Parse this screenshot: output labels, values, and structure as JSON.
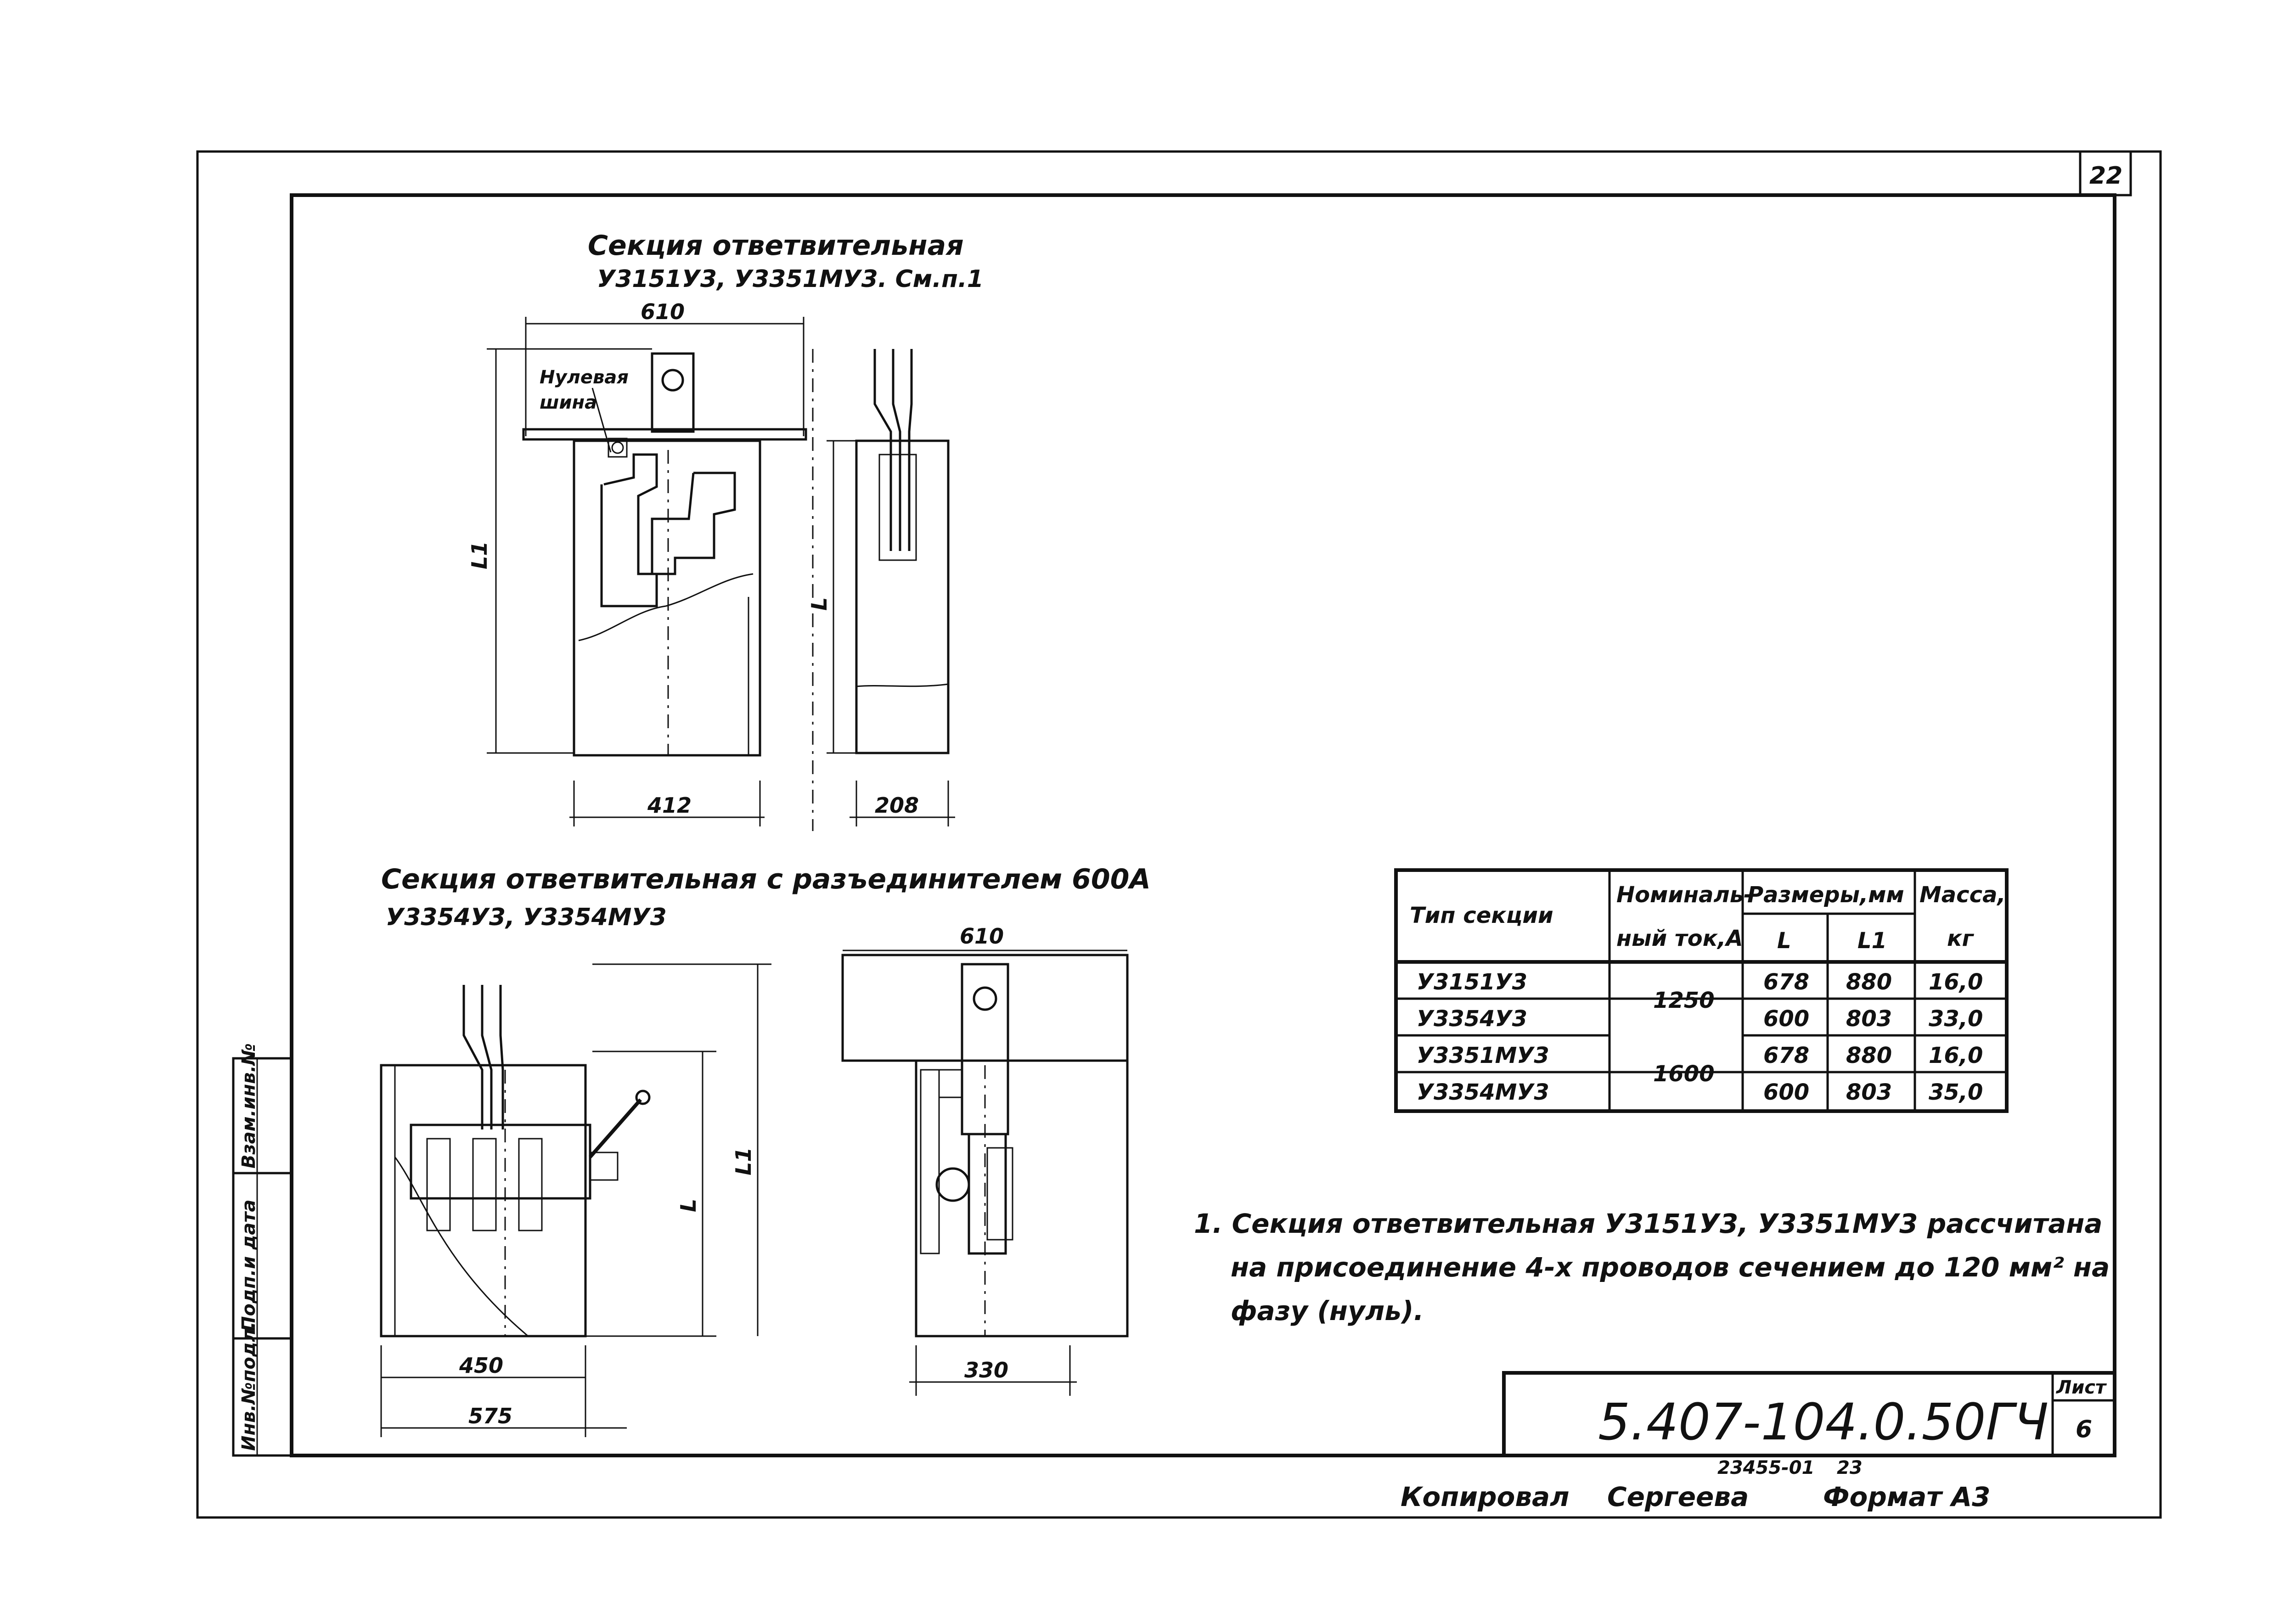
{
  "sheet": {
    "corner_number": "22",
    "sheet_label": "Лист",
    "sheet_number": "6",
    "code": "5.407-104.0.50ГЧ",
    "archive_number": "23455-01",
    "archive_page": "23",
    "copied_label": "Копировал",
    "copied_name": "Сергеева",
    "format_label": "Формат А3"
  },
  "side_stamp": {
    "inv_no": "Инв.№подл.",
    "sign_date": "Подп.и дата",
    "replace_inv": "Взам.инв.№"
  },
  "section1": {
    "title": "Секция ответвительная",
    "subtitle": "У3151У3, У3351МУ3. См.п.1",
    "zero_bus_line1": "Нулевая",
    "zero_bus_line2": "шина",
    "dim_width_top": "610",
    "dim_width_bottom": "412",
    "dim_side_width": "208",
    "dim_height_L1": "L1",
    "dim_height_L": "L"
  },
  "section2": {
    "title": "Секция ответвительная с разъединителем 600А",
    "subtitle": "У3354У3,  У3354МУ3",
    "dim_width_top": "610",
    "dim_inner": "450",
    "dim_outer": "575",
    "dim_side": "330",
    "dim_height_L1": "L1",
    "dim_height_L": "L"
  },
  "table": {
    "headers": {
      "type": "Тип секции",
      "current_line1": "Номиналь-",
      "current_line2": "ный ток,А",
      "sizes": "Размеры,мм",
      "L": "L",
      "L1": "L1",
      "mass_line1": "Масса,",
      "mass_line2": "кг"
    },
    "rows": [
      {
        "type": "У3151У3",
        "current": "1250",
        "L": "678",
        "L1": "880",
        "mass": "16,0"
      },
      {
        "type": "У3354У3",
        "current": "",
        "L": "600",
        "L1": "803",
        "mass": "33,0"
      },
      {
        "type": "У3351МУ3",
        "current": "1600",
        "L": "678",
        "L1": "880",
        "mass": "16,0"
      },
      {
        "type": "У3354МУ3",
        "current": "",
        "L": "600",
        "L1": "803",
        "mass": "35,0"
      }
    ]
  },
  "notes": {
    "line1": "1. Секция  ответвительная У3151У3, У3351МУ3 рассчитана",
    "line2": "на присоединение 4-х  проводов сечением до 120 мм² на",
    "line3": "фазу (нуль)."
  }
}
